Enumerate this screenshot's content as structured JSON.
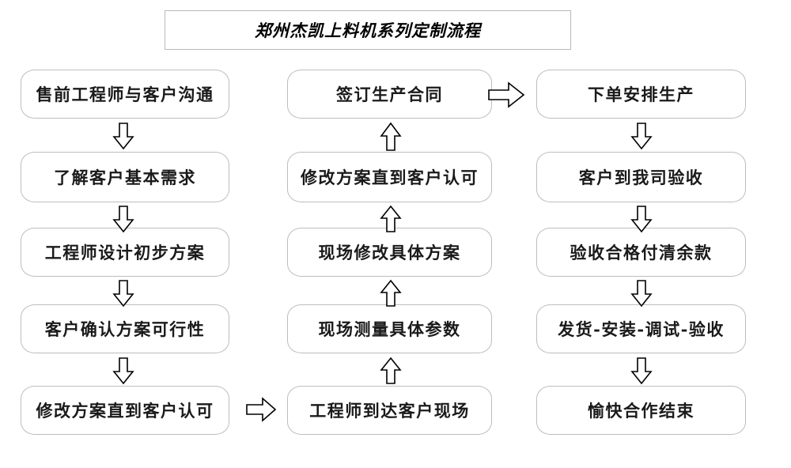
{
  "diagram": {
    "title": "郑州杰凯上料机系列定制流程",
    "type": "flowchart",
    "columns": [
      {
        "name": "column-left",
        "nodes": [
          {
            "id": "L1",
            "label": "售前工程师与客户沟通"
          },
          {
            "id": "L2",
            "label": "了解客户基本需求"
          },
          {
            "id": "L3",
            "label": "工程师设计初步方案"
          },
          {
            "id": "L4",
            "label": "客户确认方案可行性"
          },
          {
            "id": "L5",
            "label": "修改方案直到客户认可"
          }
        ]
      },
      {
        "name": "column-middle",
        "nodes": [
          {
            "id": "M1",
            "label": "签订生产合同"
          },
          {
            "id": "M2",
            "label": "修改方案直到客户认可"
          },
          {
            "id": "M3",
            "label": "现场修改具体方案"
          },
          {
            "id": "M4",
            "label": "现场测量具体参数"
          },
          {
            "id": "M5",
            "label": "工程师到达客户现场"
          }
        ]
      },
      {
        "name": "column-right",
        "nodes": [
          {
            "id": "R1",
            "label": "下单安排生产"
          },
          {
            "id": "R2",
            "label": "客户到我司验收"
          },
          {
            "id": "R3",
            "label": "验收合格付清余款"
          },
          {
            "id": "R4",
            "label": "发货-安装-调试-验收"
          },
          {
            "id": "R5",
            "label": "愉快合作结束"
          }
        ]
      }
    ],
    "connectors": [
      {
        "id": "c-L1-L2",
        "direction": "down",
        "from": "L1",
        "to": "L2"
      },
      {
        "id": "c-L2-L3",
        "direction": "down",
        "from": "L2",
        "to": "L3"
      },
      {
        "id": "c-L3-L4",
        "direction": "down",
        "from": "L3",
        "to": "L4"
      },
      {
        "id": "c-L4-L5",
        "direction": "down",
        "from": "L4",
        "to": "L5"
      },
      {
        "id": "c-L5-M5",
        "direction": "right",
        "from": "L5",
        "to": "M5"
      },
      {
        "id": "c-M5-M4",
        "direction": "up",
        "from": "M5",
        "to": "M4"
      },
      {
        "id": "c-M4-M3",
        "direction": "up",
        "from": "M4",
        "to": "M3"
      },
      {
        "id": "c-M3-M2",
        "direction": "up",
        "from": "M3",
        "to": "M2"
      },
      {
        "id": "c-M2-M1",
        "direction": "up",
        "from": "M2",
        "to": "M1"
      },
      {
        "id": "c-M1-R1",
        "direction": "right",
        "from": "M1",
        "to": "R1"
      },
      {
        "id": "c-R1-R2",
        "direction": "down",
        "from": "R1",
        "to": "R2"
      },
      {
        "id": "c-R2-R3",
        "direction": "down",
        "from": "R2",
        "to": "R3"
      },
      {
        "id": "c-R3-R4",
        "direction": "down",
        "from": "R3",
        "to": "R4"
      },
      {
        "id": "c-R4-R5",
        "direction": "down",
        "from": "R4",
        "to": "R5"
      }
    ],
    "colors": {
      "background": "#ffffff",
      "node_border": "#bdbdbd",
      "node_fill": "#ffffff",
      "text": "#1a1a1a",
      "title_border": "#b9b9b9",
      "arrow_stroke": "#000000",
      "arrow_fill": "#ffffff"
    }
  }
}
